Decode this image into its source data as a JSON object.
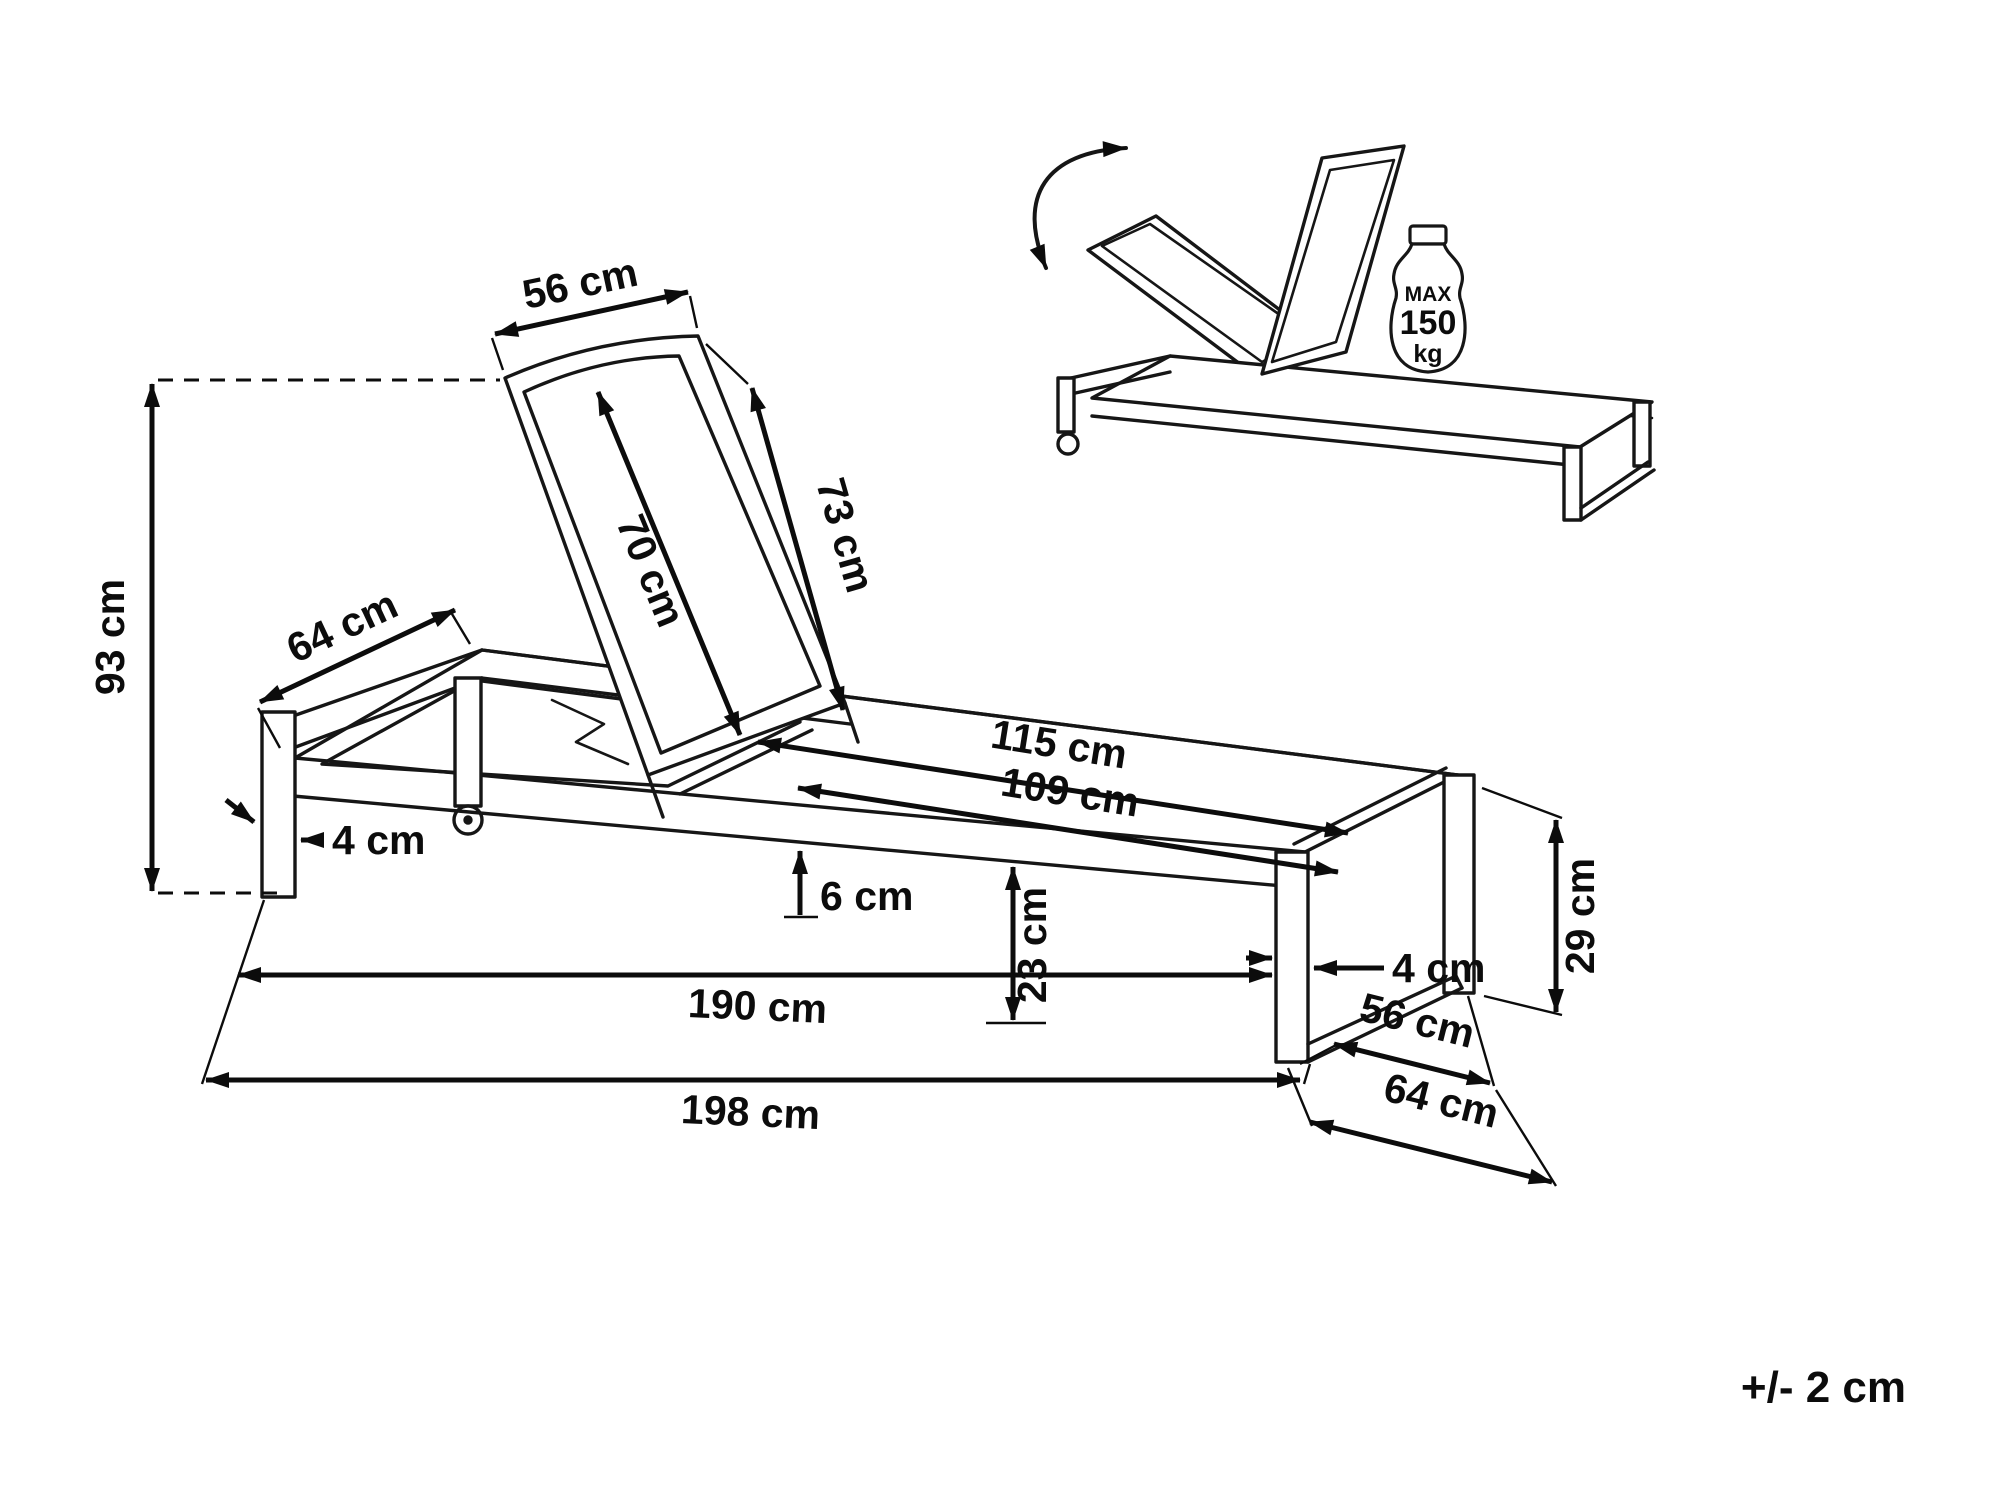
{
  "drawing": {
    "tolerance": "+/- 2 cm",
    "max_load": {
      "label": "MAX",
      "value": "150",
      "unit": "kg"
    },
    "dims": {
      "backrest_width": "56 cm",
      "backrest_surface_length": "70 cm",
      "backrest_frame_length": "73 cm",
      "total_height": "93 cm",
      "head_end_width": "64 cm",
      "seat_surface_length": "115 cm",
      "seat_frame_length": "109 cm",
      "frame_tube_left": "4 cm",
      "frame_profile_height": "6 cm",
      "clearance_height": "23 cm",
      "lying_length": "190 cm",
      "total_length": "198 cm",
      "leg_tube": "4 cm",
      "leg_height": "29 cm",
      "foot_end_inner_width": "56 cm",
      "total_width": "64 cm"
    }
  }
}
